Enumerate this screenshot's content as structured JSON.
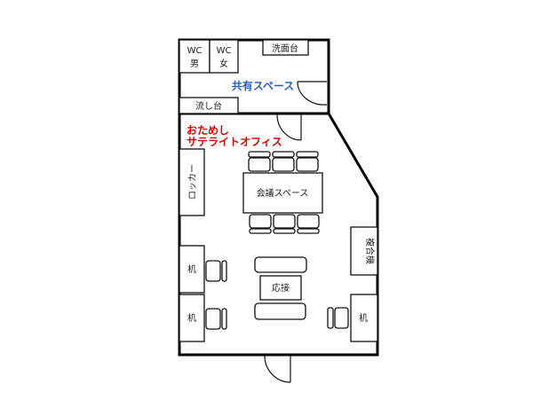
{
  "plan": {
    "shared_space": "共有スペース",
    "office_line1": "おためし",
    "office_line2": "サテライトオフィス",
    "wc_men": [
      "WC",
      "男"
    ],
    "wc_women": [
      "WC",
      "女"
    ],
    "washbasin": "洗面台",
    "sink": "流し台",
    "locker": "ロッカー",
    "meeting_space": "会議スペース",
    "copier": "複合機",
    "reception": "応接",
    "desk": "机"
  },
  "colors": {
    "shared_label": "#2a5fc2",
    "office_label": "#e00000",
    "walls": "#000000"
  }
}
